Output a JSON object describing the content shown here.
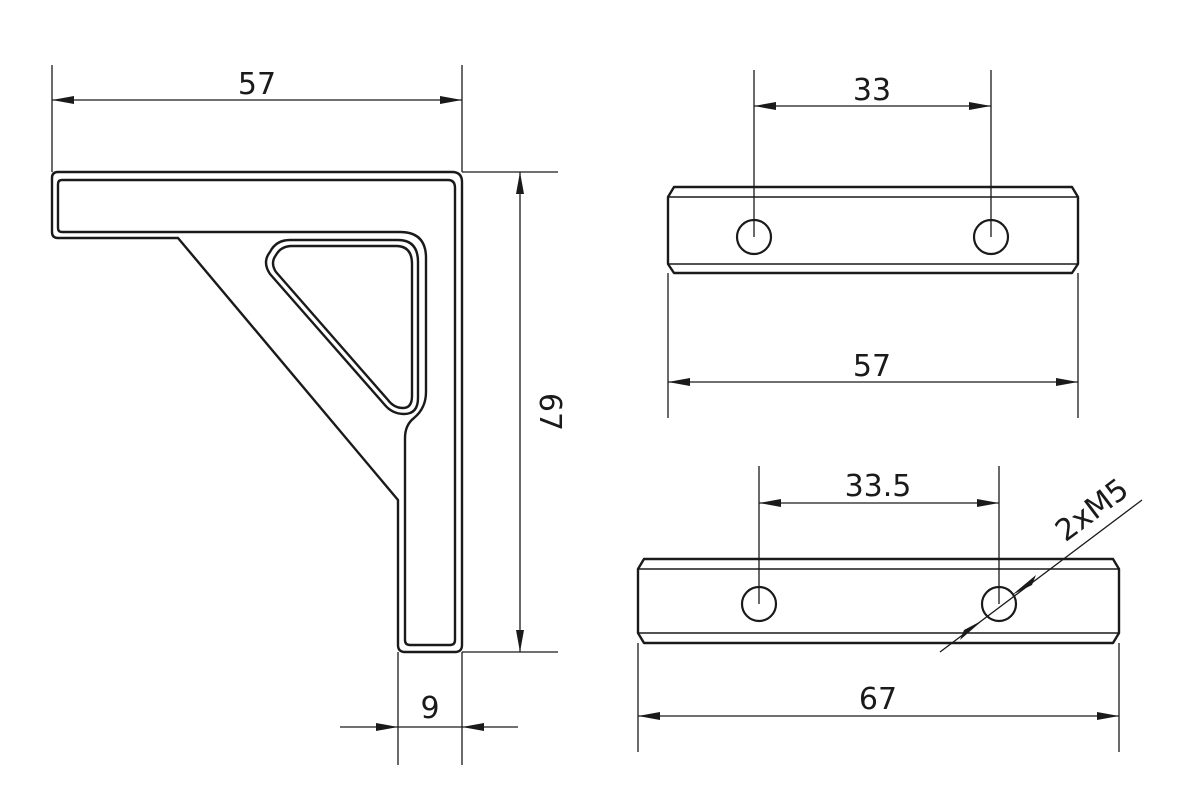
{
  "side_view": {
    "width_dim": "57",
    "height_dim": "67",
    "thickness_dim": "9"
  },
  "top_view_short": {
    "hole_spacing_dim": "33",
    "length_dim": "57"
  },
  "top_view_long": {
    "hole_spacing_dim": "33.5",
    "length_dim": "67",
    "thread_callout": "2xM5"
  },
  "colors": {
    "line": "#1a1a1a",
    "background": "#ffffff"
  }
}
